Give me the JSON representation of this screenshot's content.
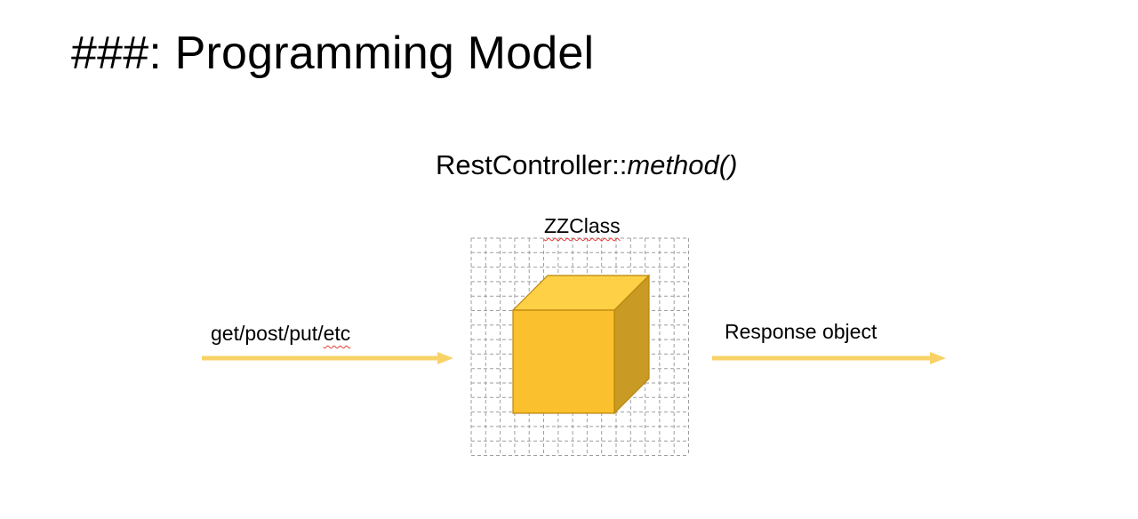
{
  "slide": {
    "title": "###: Programming Model",
    "subtitle_prefix": "RestController::",
    "subtitle_method": "method()"
  },
  "diagram": {
    "class_label": "ZZClass",
    "input_label_prefix": "get/post/put/",
    "input_label_suffix": "etc",
    "output_label": "Response object"
  },
  "colors": {
    "arrow": "#f9d267",
    "cube_front": "#fbc02d",
    "cube_top": "#fdd046",
    "cube_side": "#c99a24",
    "cube_edge": "#b8860b",
    "grid": "#9e9e9e",
    "spell_squiggle": "#e53935"
  }
}
